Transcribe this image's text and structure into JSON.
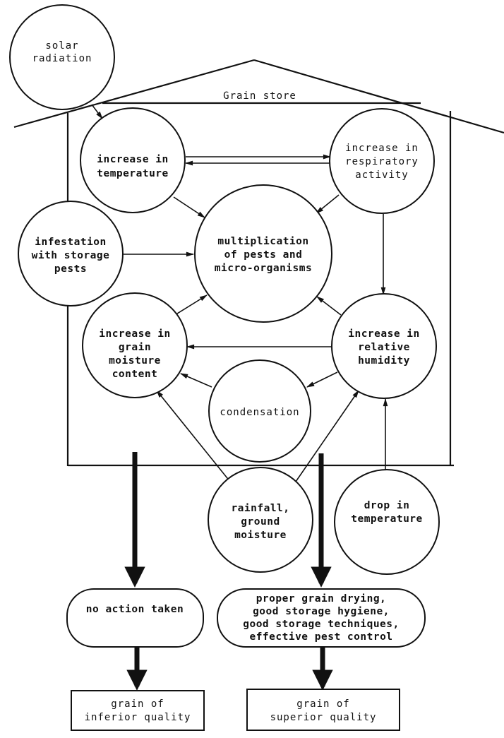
{
  "diagram": {
    "container_label": "Grain store",
    "nodes": [
      {
        "id": "solar",
        "shape": "circle",
        "lines": [
          "solar",
          "radiation"
        ]
      },
      {
        "id": "temp",
        "shape": "circle",
        "lines": [
          "increase in",
          "temperature"
        ]
      },
      {
        "id": "resp",
        "shape": "circle",
        "lines": [
          "increase in",
          "respiratory",
          "activity"
        ]
      },
      {
        "id": "infest",
        "shape": "circle",
        "lines": [
          "infestation",
          "with  storage",
          "pests"
        ]
      },
      {
        "id": "mult",
        "shape": "circle",
        "lines": [
          "multiplication",
          "of pests and",
          "micro-organisms"
        ]
      },
      {
        "id": "moist",
        "shape": "circle",
        "lines": [
          "increase in",
          "grain",
          "moisture",
          "content"
        ]
      },
      {
        "id": "humid",
        "shape": "circle",
        "lines": [
          "increase in",
          "relative",
          "humidity"
        ]
      },
      {
        "id": "cond",
        "shape": "circle",
        "lines": [
          "condensation"
        ]
      },
      {
        "id": "rain",
        "shape": "circle",
        "lines": [
          "rainfall,",
          "ground",
          "moisture"
        ]
      },
      {
        "id": "drop",
        "shape": "circle",
        "lines": [
          "drop in",
          "temperature"
        ]
      },
      {
        "id": "noaction",
        "shape": "rounded",
        "lines": [
          "no action taken"
        ]
      },
      {
        "id": "proper",
        "shape": "rounded",
        "lines": [
          "proper grain drying,",
          "good storage hygiene,",
          "good storage techniques,",
          "effective pest control"
        ]
      },
      {
        "id": "inferior",
        "shape": "box",
        "lines": [
          "grain of",
          "inferior quality"
        ]
      },
      {
        "id": "superior",
        "shape": "box",
        "lines": [
          "grain of",
          "superior quality"
        ]
      }
    ],
    "edges": [
      {
        "from": "solar",
        "to": "temp"
      },
      {
        "from": "temp",
        "to": "resp"
      },
      {
        "from": "resp",
        "to": "temp"
      },
      {
        "from": "temp",
        "to": "mult"
      },
      {
        "from": "resp",
        "to": "mult"
      },
      {
        "from": "infest",
        "to": "mult"
      },
      {
        "from": "resp",
        "to": "humid"
      },
      {
        "from": "humid",
        "to": "mult"
      },
      {
        "from": "moist",
        "to": "mult"
      },
      {
        "from": "humid",
        "to": "moist"
      },
      {
        "from": "humid",
        "to": "cond"
      },
      {
        "from": "cond",
        "to": "moist"
      },
      {
        "from": "rain",
        "to": "moist"
      },
      {
        "from": "rain",
        "to": "humid"
      },
      {
        "from": "drop",
        "to": "humid"
      },
      {
        "from": "store",
        "to": "noaction",
        "style": "thick"
      },
      {
        "from": "store",
        "to": "proper",
        "style": "thick"
      },
      {
        "from": "noaction",
        "to": "inferior",
        "style": "thick"
      },
      {
        "from": "proper",
        "to": "superior",
        "style": "thick"
      }
    ]
  }
}
